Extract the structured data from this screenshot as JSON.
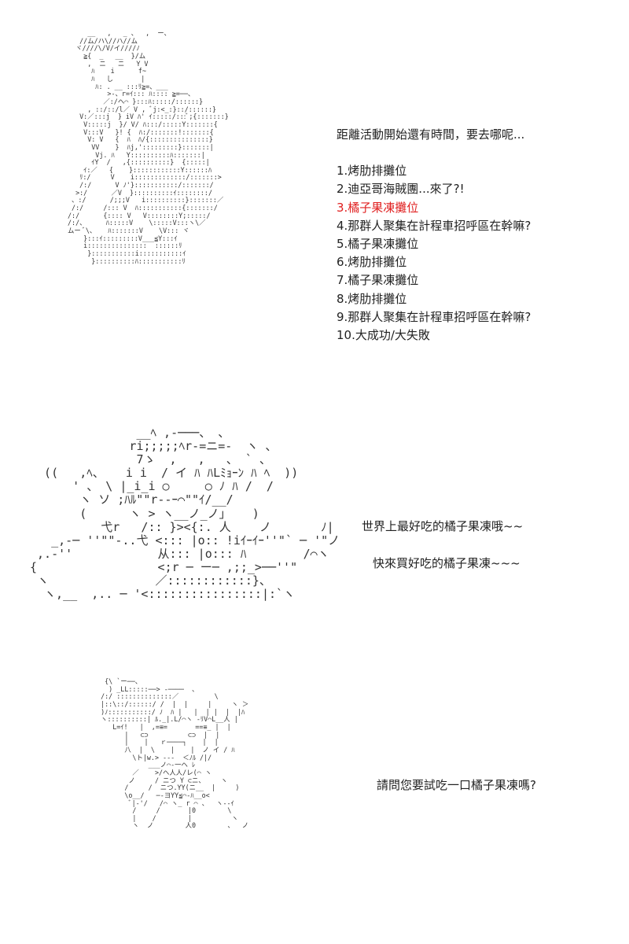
{
  "panel1": {
    "art": "     __   ,   _ 、  ,  ー、\n   //ム/ハ\\//ハ//ム\n  ヾ////\\/V/イ////ﾉ\n    ≧{  _   __  }/ム\n     ,  ニ   ニ   Y V\n      ﾊ    i      f~\n      ﾊ   し       |\n       ﾊ: . __ :::ﾘ≧=、___\n          >-、r=ｲ::: ﾊ:::: ≧=──、\n         ／:/ヘ⌒ }:::ﾊ:::::/::::::}\n     , ::/::/l／ V , ﾞj:<_:}::/::::::}\n   V:／:::j  } iV ﾊ' ｲ:::::/:::ﾞ;{:::::::}\n    V:::::j  }/ V/ ﾊ:::/:::::Y:::::::{\n    V:::V   }! {  ﾊ:/:::::::!:::::::{\n     V: V   {  ﾊ  ﾊ/{:::::::::::::::}\n      VV    }  ﾊj,':::::::::}:::::::|\n       Vj. ﾊ   Y::::::::::ﾊ:::::::|\n      ｲY  /   ,{::::::::::}  {:::::|\n    ｲ:／   {    }::::::::::::Y::::::ﾊ\n   ﾘ:/     V    i:::::::::::::/:::::::>\n   /:/      V ﾉ'}:::::::::::/:::::::/\n  >:/      ／V  }::::::::::ｲ::::::::/\n 、:/      /;;;V   i::::::::::}:::::::／\n /:/     /::: V  ﾊ:::::::::::{:::::::/\n/:/      {:::: V   V::::::::Y;:::::/\n/:/、     ﾊ:::::V    \\:::::V:::ヽ\\／\nムー ﾞ\\、   ﾊ:::::::V    \\V::: ヾ\n    }:::ｲ:::::::::V___≦Y:::ｲ\n    i:::::::::::::::  ::::::ﾘ\n     }:::::::::::i:::::::::::ｲ\n      }::::::::::ﾊ:::::::::::ﾘ"
  },
  "menu": {
    "intro": "距離活動開始還有時間，要去哪呢...",
    "items": [
      "1.烤肋排攤位",
      "2.迪亞哥海賊團...來了?!",
      "3.橘子果凍攤位",
      "4.那群人聚集在計程車招呼區在幹嘛?",
      "5.橘子果凍攤位",
      "6.烤肋排攤位",
      "7.橘子果凍攤位",
      "8.烤肋排攤位",
      "9.那群人聚集在計程車招呼區在幹嘛?",
      "10.大成功/大失敗"
    ],
    "highlight_color": "#e02020"
  },
  "panel2": {
    "art": "               __ﾍ ,-───、 、\n              ri;;;;;ﾍr-=ニ=-  ヽ 、\n               7ゝ  ,   ,   、 ` 、\n  ((   ,ﾍ、   i i  / イ ﾊ ﾊLﾐｮｰﾝ ﾊ ﾍ  ))\n      ' 、 \\ |_i_i ○     ○ ﾉ ﾊ /  /\n       ヽ ソ ;ﾊﾙ\"\"r--ｰ⌒\"\"ｲ/__/\n       (      ヽ > ヽ__ノ_ノ」   )\n          弋r   /:: }><{:. 人    ノ       ﾉ|\n   _,-─ ''\"\"-..弋 <::: |o:: !iｲｰｲｰ''\"` ─ '\"ノ\n ,.-''            从::: |o::: ﾊ        /⌒ヽ\n{                 <;r ─ ー─ ,;;_>──''\"\n ヽ               ／::::::::::::}、\n  ヽ,__  ,.. ─ '<::::::::::::::::|:`ヽ"
  },
  "caption1": "世界上最好吃的橘子果凍哦~~",
  "caption2": "快來買好吃的橘子果凍~~~",
  "panel3": {
    "art": "   {\\ `ー──、\n    ) _LL:::::──> -────  、\n  /:/ ::::::::::::::／         \\\n  |::\\::/::::::/ /  |  |     |     ヽ ＞\n  )ﾉ:::::::::::/ ﾉ  ﾊ |   |  | |  |  |ﾊ\n  ヽ::::::::::| ﾙ._|.L/⌒ヽ -ﾘV⌒L__人 |\n     L=ｲ!   |  ,=≡=       ==≡_ |  |\n        |   ⊂⊃          ⊂⊃  |  |\n        |    |   ｒ────┐    |  |\n        八  |  \\    |    |  ノ イ / ﾊ\n          \\ト|w.> ---  ＜ﾉﾙ /|/\n              ___ノ⌒-一ヘ ﾚ\n          ／    >/ヘ人人/レ(⌒ ヽ\n         ノ     / ニつ Y ⊂ニ、    ヽ\n        /     /  ニつ.YY(ニ__  |     )\n        \\o__/   ─-ヨYY≦⌒-ﾊ__o<\n         ﾞ|-'/   /⌒ ヽ_ r ⌒ 、  ヽ--ｲ\n          /     /       |0        \\\n          |    /        |          ヽ\n          ヽ  ノ        人0        、  ノ"
  },
  "caption3": "請問您要試吃一口橘子果凍嗎?"
}
